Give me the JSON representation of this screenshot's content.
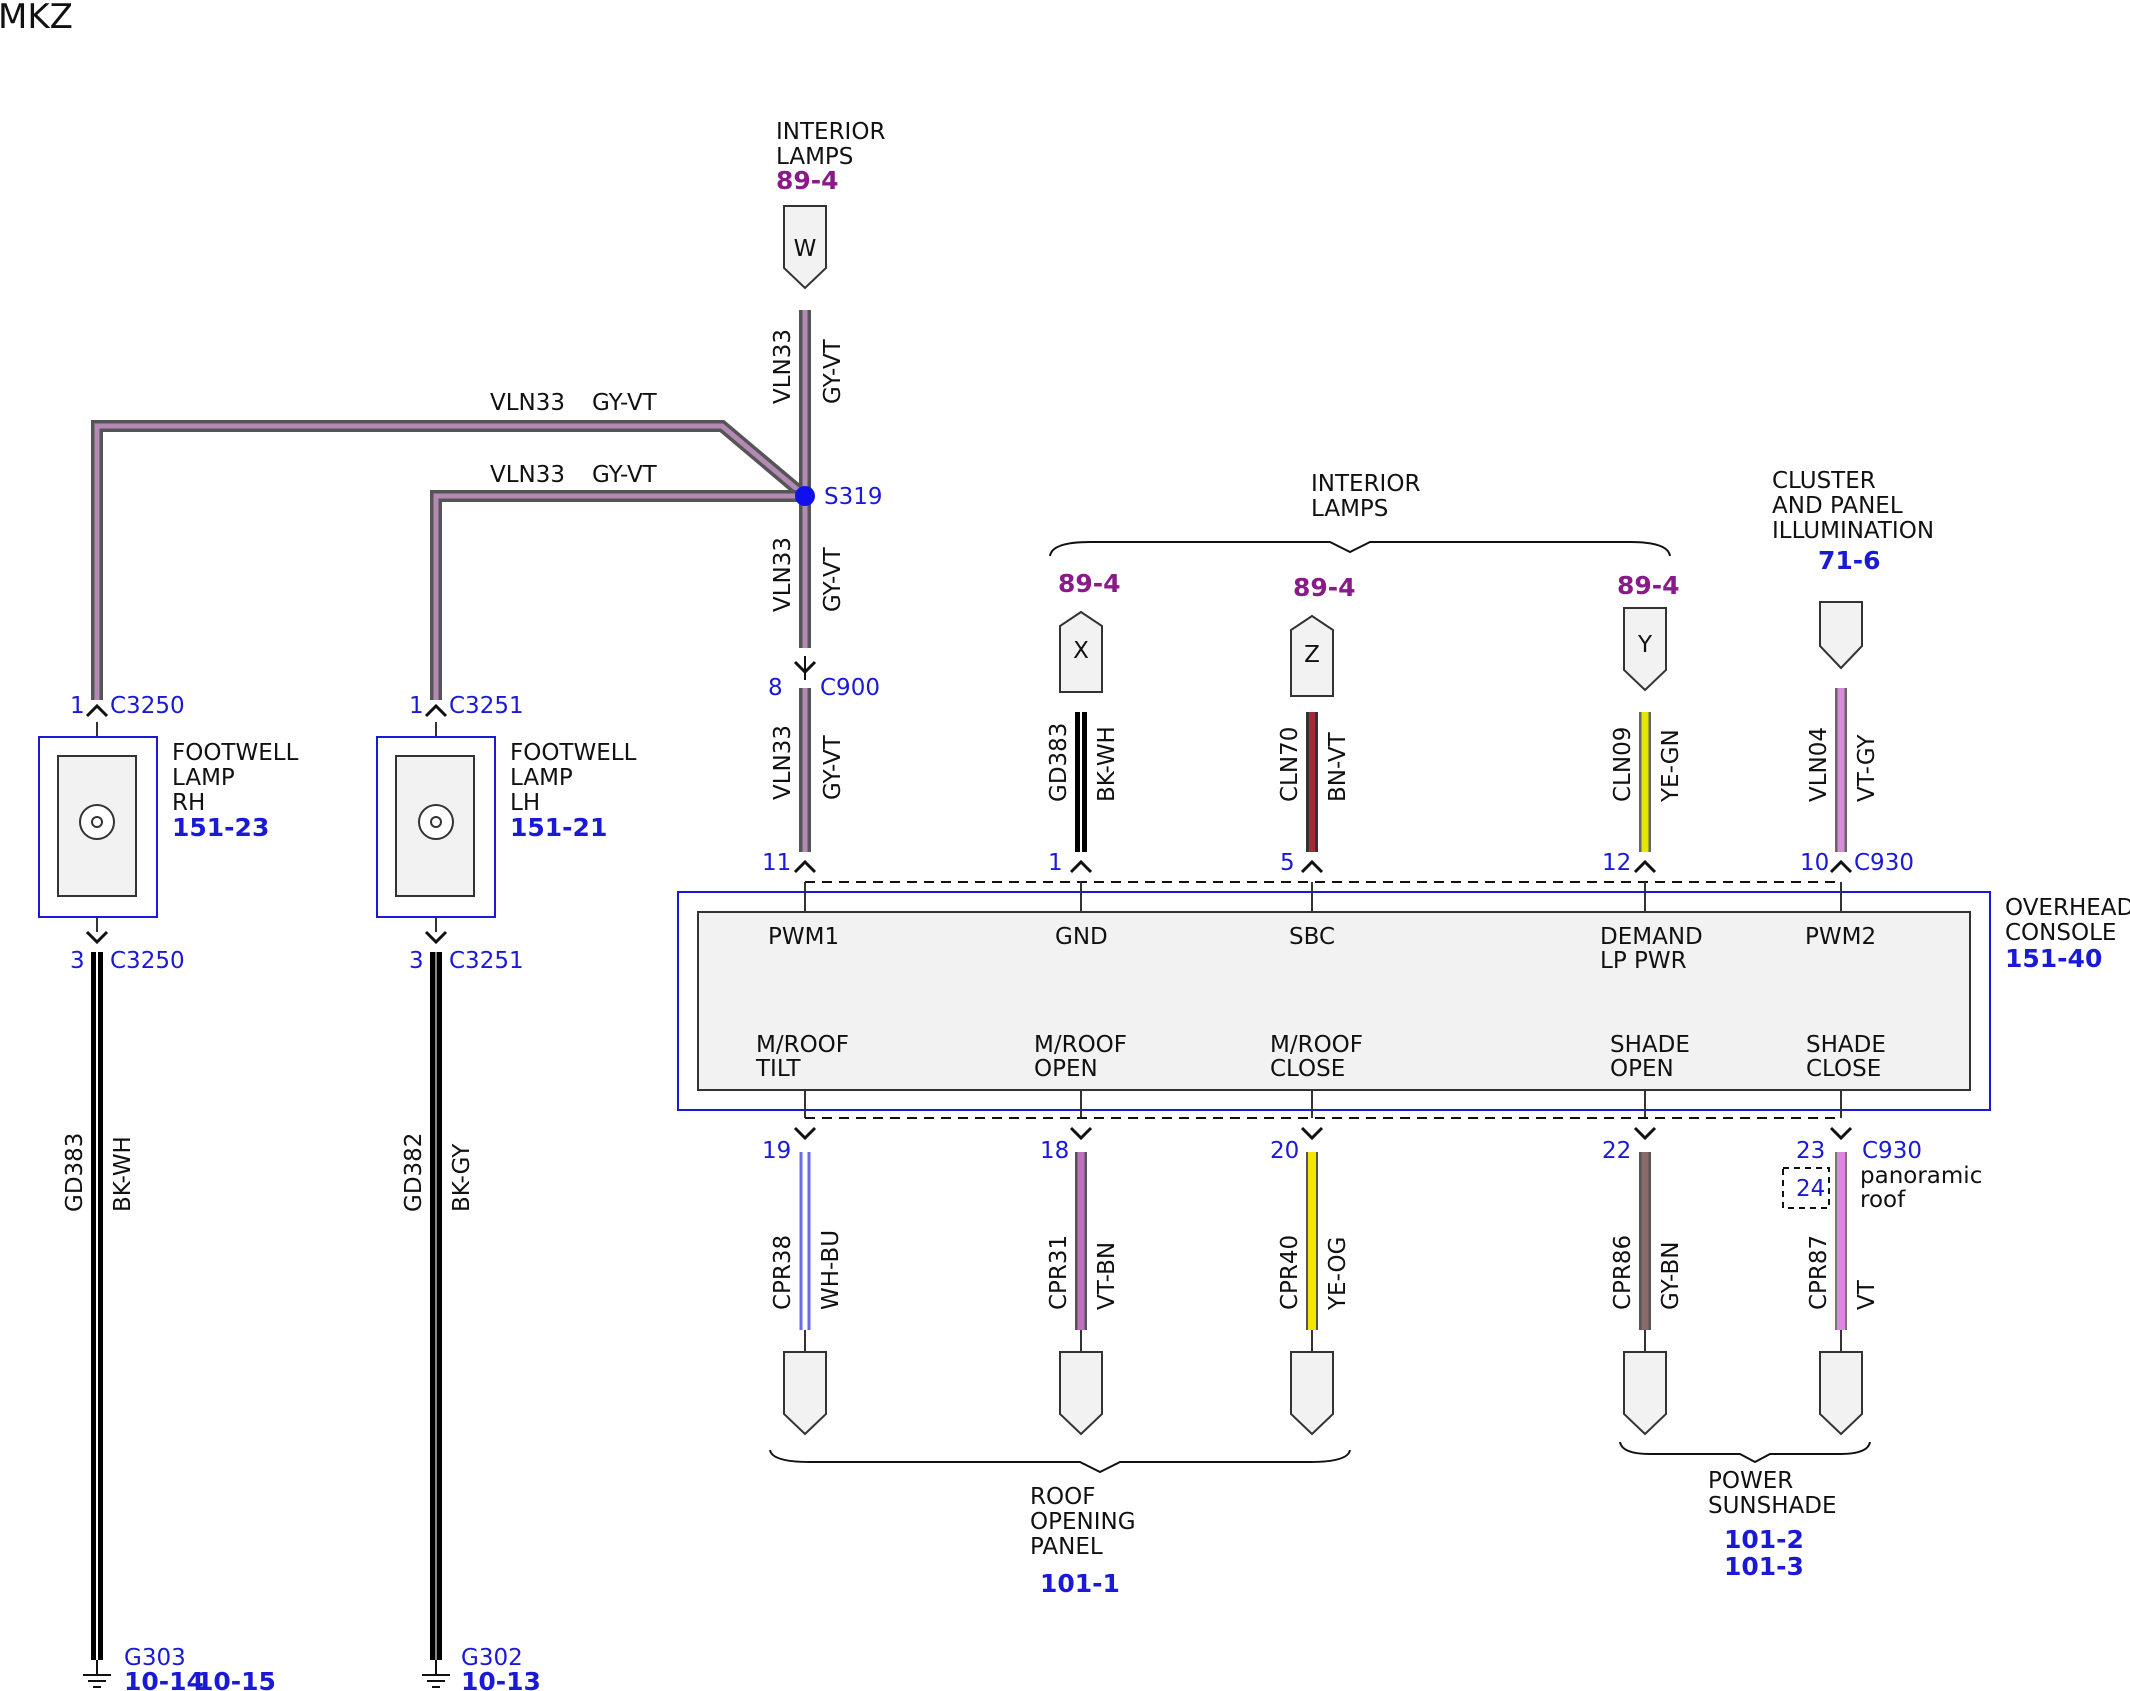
{
  "page_title": "MKZ",
  "colors": {
    "gy_vt_fill": "#b48ab4",
    "gy_vt_edge": "#555555",
    "bk_wh": "#000000",
    "bn_vt": "#a52a3a",
    "ye_gn": "#e6e600",
    "vt_gy": "#d98ad9",
    "vt_bn": "#c070c0",
    "ye_og": "#f2e600",
    "gy_bn": "#8b6a6a",
    "vt": "#dd88dd",
    "wh_bu": "#6a6af0",
    "component_box": "#f2f2f2",
    "component_border": "#1a1ad6",
    "splice_dot": "#1010ee"
  },
  "top_source": {
    "line1": "INTERIOR",
    "line2": "LAMPS",
    "ref": "89-4",
    "connector_letter": "W"
  },
  "wires": {
    "vln33_circuit": "VLN33",
    "vln33_color": "GY-VT",
    "gd383_circuit": "GD383",
    "gd383_color": "BK-WH",
    "gd382_circuit": "GD382",
    "gd382_color": "BK-GY",
    "gd383_top_circuit": "GD383",
    "gd383_top_color": "BK-WH",
    "cln70_circuit": "CLN70",
    "cln70_color": "BN-VT",
    "cln09_circuit": "CLN09",
    "cln09_color": "YE-GN",
    "vln04_circuit": "VLN04",
    "vln04_color": "VT-GY",
    "cpr38_circuit": "CPR38",
    "cpr38_color": "WH-BU",
    "cpr31_circuit": "CPR31",
    "cpr31_color": "VT-BN",
    "cpr40_circuit": "CPR40",
    "cpr40_color": "YE-OG",
    "cpr86_circuit": "CPR86",
    "cpr86_color": "GY-BN",
    "cpr87_circuit": "CPR87",
    "cpr87_color": "VT"
  },
  "splice": {
    "name": "S319"
  },
  "connectors": {
    "c900_pin": "8",
    "c900": "C900",
    "c3250": "C3250",
    "c3251": "C3251",
    "c930": "C930",
    "pin1": "1",
    "pin3": "3"
  },
  "footwell_rh": {
    "line1": "FOOTWELL",
    "line2": "LAMP",
    "line3": "RH",
    "ref": "151-23"
  },
  "footwell_lh": {
    "line1": "FOOTWELL",
    "line2": "LAMP",
    "line3": "LH",
    "ref": "151-21"
  },
  "grounds": {
    "g303": "G303",
    "g303_ref1": "10-14",
    "g303_ref2": "10-15",
    "g302": "G302",
    "g302_ref": "10-13"
  },
  "interior_lamps_group": {
    "line1": "INTERIOR",
    "line2": "LAMPS"
  },
  "top_inputs": {
    "x_ref": "89-4",
    "x_letter": "X",
    "z_ref": "89-4",
    "z_letter": "Z",
    "y_ref": "89-4",
    "y_letter": "Y",
    "cluster_line1": "CLUSTER",
    "cluster_line2": "AND PANEL",
    "cluster_line3": "ILLUMINATION",
    "cluster_ref": "71-6"
  },
  "console": {
    "line1": "OVERHEAD",
    "line2": "CONSOLE",
    "ref": "151-40",
    "top_pins": [
      "11",
      "1",
      "5",
      "12",
      "10"
    ],
    "bottom_pins": [
      "19",
      "18",
      "20",
      "22",
      "23"
    ],
    "alt_pin": "24",
    "alt_note1": "panoramic",
    "alt_note2": "roof",
    "pwm1": "PWM1",
    "gnd": "GND",
    "sbc": "SBC",
    "demand1": "DEMAND",
    "demand2": "LP PWR",
    "pwm2": "PWM2",
    "tilt1": "M/ROOF",
    "tilt2": "TILT",
    "open1": "M/ROOF",
    "open2": "OPEN",
    "close1": "M/ROOF",
    "close2": "CLOSE",
    "sopen1": "SHADE",
    "sopen2": "OPEN",
    "sclose1": "SHADE",
    "sclose2": "CLOSE"
  },
  "roof_panel": {
    "line1": "ROOF",
    "line2": "OPENING",
    "line3": "PANEL",
    "ref": "101-1"
  },
  "sunshade": {
    "line1": "POWER",
    "line2": "SUNSHADE",
    "ref1": "101-2",
    "ref2": "101-3"
  }
}
